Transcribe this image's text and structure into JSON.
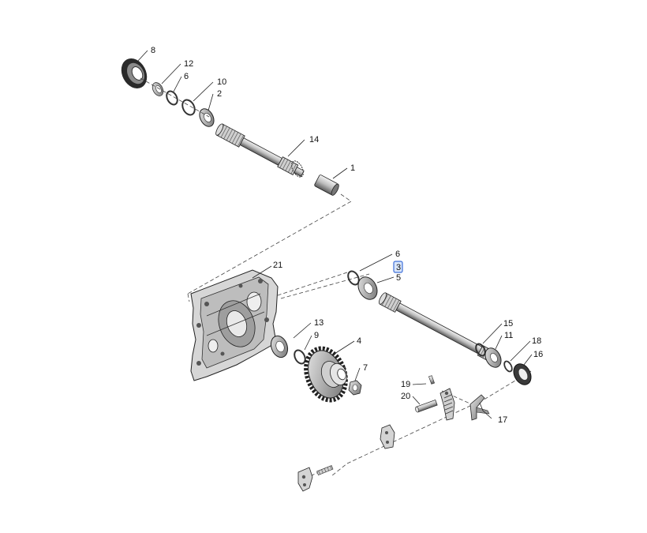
{
  "callouts": [
    {
      "id": "c8",
      "label": "8"
    },
    {
      "id": "c12",
      "label": "12"
    },
    {
      "id": "c6a",
      "label": "6"
    },
    {
      "id": "c10",
      "label": "10"
    },
    {
      "id": "c2",
      "label": "2"
    },
    {
      "id": "c14",
      "label": "14"
    },
    {
      "id": "c1",
      "label": "1"
    },
    {
      "id": "c21",
      "label": "21"
    },
    {
      "id": "c6b",
      "label": "6"
    },
    {
      "id": "c3",
      "label": "3",
      "highlighted": true
    },
    {
      "id": "c5",
      "label": "5"
    },
    {
      "id": "c13",
      "label": "13"
    },
    {
      "id": "c9",
      "label": "9"
    },
    {
      "id": "c4",
      "label": "4"
    },
    {
      "id": "c7",
      "label": "7"
    },
    {
      "id": "c15",
      "label": "15"
    },
    {
      "id": "c11",
      "label": "11"
    },
    {
      "id": "c18",
      "label": "18"
    },
    {
      "id": "c16",
      "label": "16"
    },
    {
      "id": "c19",
      "label": "19"
    },
    {
      "id": "c20",
      "label": "20"
    },
    {
      "id": "c17",
      "label": "17"
    }
  ],
  "colors": {
    "highlight_fill": "#d9e6fb",
    "highlight_stroke": "#3e6fd8",
    "line": "#222222"
  }
}
